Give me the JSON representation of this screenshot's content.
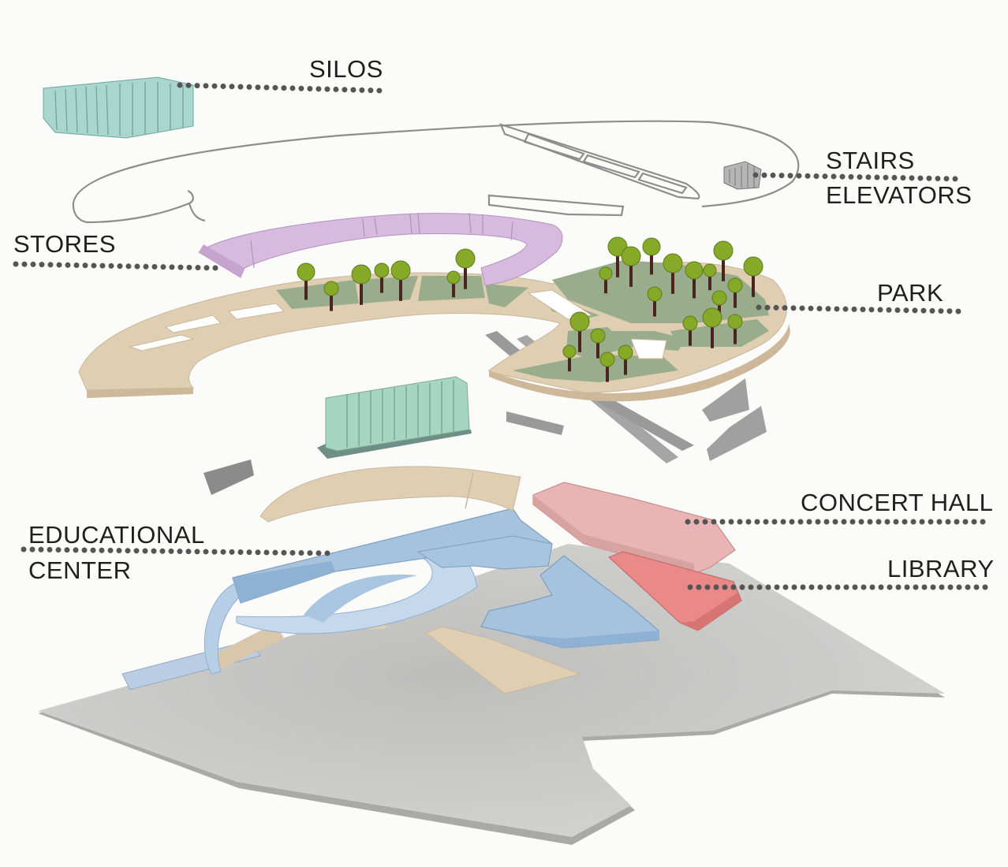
{
  "labels": {
    "silos": "SILOS",
    "stairs": "STAIRS",
    "elevators": "ELEVATORS",
    "stores": "STORES",
    "park": "PARK",
    "concert_hall": "CONCERT HALL",
    "educational": "EDUCATIONAL",
    "center": "CENTER",
    "library": "LIBRARY"
  },
  "colors": {
    "silos": "#a9d7cf",
    "stores": "#d8b9df",
    "park_green": "#99ad8c",
    "path_beige": "#e0ceb3",
    "concert_hall": "#e9b4b3",
    "library": "#e98a89",
    "educational_center": "#a6c3de",
    "ground": "#c9c9c8",
    "tree_canopy": "#86a928",
    "tree_trunk": "#4a2420"
  },
  "icons": {
    "tree": "tree-icon"
  }
}
